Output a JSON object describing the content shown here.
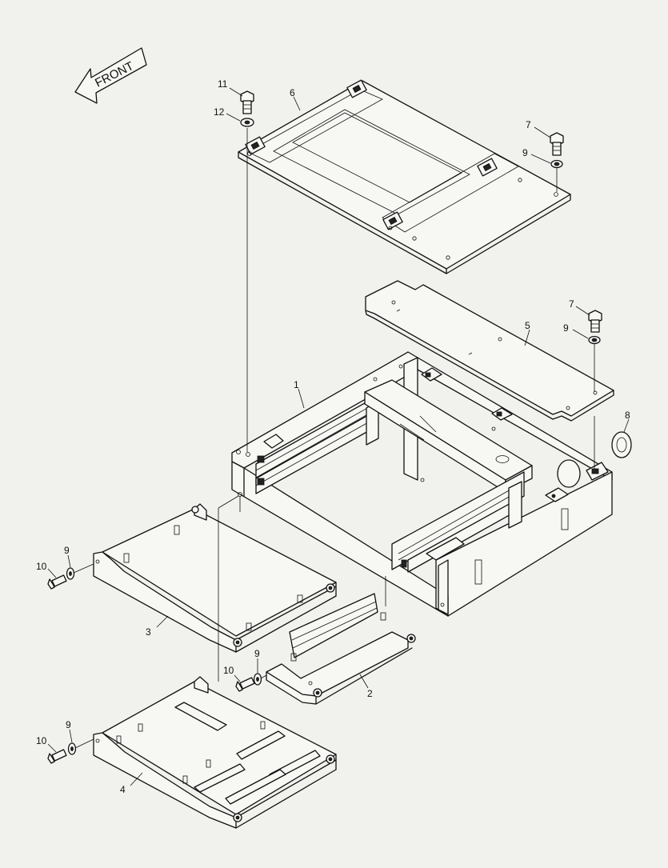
{
  "front_arrow": {
    "label": "FRONT"
  },
  "callouts": [
    {
      "id": "c1",
      "label": "1"
    },
    {
      "id": "c2",
      "label": "2"
    },
    {
      "id": "c3",
      "label": "3"
    },
    {
      "id": "c4",
      "label": "4"
    },
    {
      "id": "c5",
      "label": "5"
    },
    {
      "id": "c6",
      "label": "6"
    },
    {
      "id": "c7a",
      "label": "7"
    },
    {
      "id": "c7b",
      "label": "7"
    },
    {
      "id": "c8",
      "label": "8"
    },
    {
      "id": "c9a",
      "label": "9"
    },
    {
      "id": "c9b",
      "label": "9"
    },
    {
      "id": "c9c",
      "label": "9"
    },
    {
      "id": "c9d",
      "label": "9"
    },
    {
      "id": "c9e",
      "label": "9"
    },
    {
      "id": "c10a",
      "label": "10"
    },
    {
      "id": "c10b",
      "label": "10"
    },
    {
      "id": "c10c",
      "label": "10"
    },
    {
      "id": "c11",
      "label": "11"
    },
    {
      "id": "c12",
      "label": "12"
    }
  ]
}
